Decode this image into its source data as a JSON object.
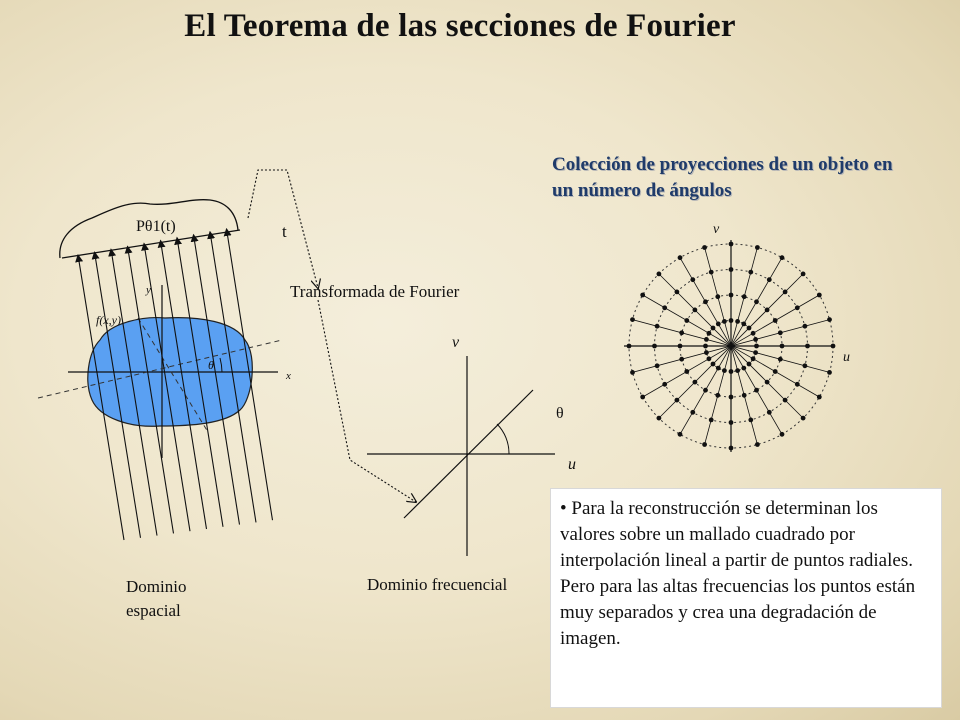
{
  "title": "El Teorema de las secciones de Fourier",
  "spatial": {
    "projection_label": "Pθ1(t)",
    "t_label": "t",
    "x_label": "x",
    "y_label": "y",
    "f_label": "f(x,y)",
    "theta_label": "θ",
    "domain_label_line1": "Dominio",
    "domain_label_line2": "espacial"
  },
  "transform_label": "Transformada de Fourier",
  "frequency": {
    "v_label": "v",
    "u_label": "u",
    "theta_label": "θ",
    "domain_label": "Dominio frecuencial"
  },
  "collection": {
    "heading": "Colección de proyecciones de un objeto en un número de ángulos",
    "v_label": "v",
    "u_label": "u",
    "radial_lines": 12,
    "rings": 4
  },
  "bullet_text": "• Para la reconstrucción se determinan los valores sobre un mallado cuadrado por interpolación lineal a partir de puntos radiales. Pero para las altas frecuencias los puntos están muy separados y crea una degradación de imagen.",
  "colors": {
    "object_fill": "#5aa0f2",
    "heading_color": "#1f3b6a"
  }
}
